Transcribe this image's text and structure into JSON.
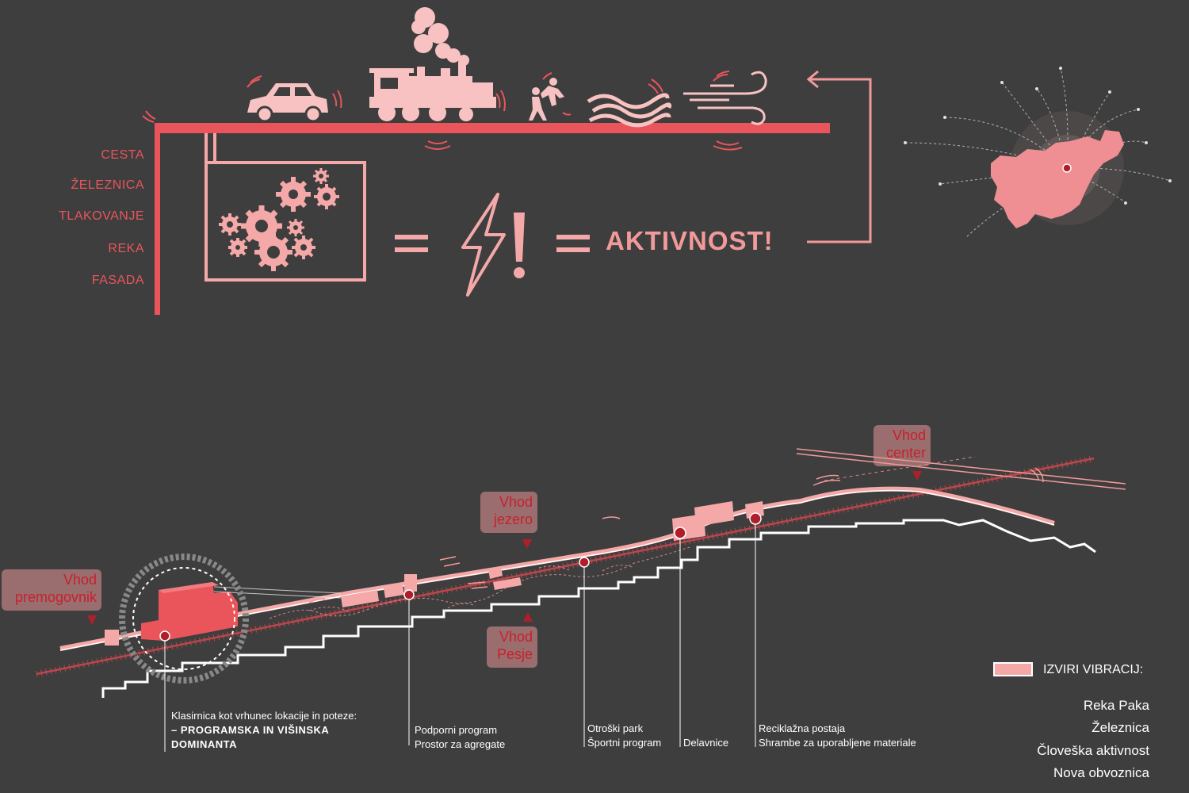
{
  "top_labels": [
    "CESTA",
    "ŽELEZNICA",
    "TLAKOVANJE",
    "REKA",
    "FASADA"
  ],
  "equation": {
    "result": "AKTIVNOST!"
  },
  "entrances": {
    "premogovnik": "Vhod premogovnik",
    "jezero": "Vhod jezero",
    "pesje": "Vhod Pesje",
    "center": "Vhod center"
  },
  "captions": {
    "klasirnica_line1": "Klasirnica kot vrhunec lokacije in poteze:",
    "klasirnica_line2": "– PROGRAMSKA IN VIŠINSKA",
    "klasirnica_line3": "DOMINANTA",
    "podporni_line1": "Podporni program",
    "podporni_line2": "Prostor za agregate",
    "otroski_line1": "Otroški park",
    "otroski_line2": "Športni program",
    "delavnice": "Delavnice",
    "reciklazna_line1": "Reciklažna postaja",
    "reciklazna_line2": "Shrambe za uporabljene materiale"
  },
  "legend": {
    "title": "IZVIRI VIBRACIJ:",
    "items": [
      "Reka Paka",
      "Železnica",
      "Človeška aktivnost",
      "Nova obvoznica"
    ]
  },
  "colors": {
    "background": "#3e3e3e",
    "accent": "#e9555b",
    "pink": "#f5a8a8",
    "light_pink": "#f8c2c2",
    "dark_red": "#b01e2a",
    "white": "#ffffff"
  },
  "icons": [
    "car-icon",
    "steam-train-icon",
    "people-icon",
    "water-waves-icon",
    "wind-icon",
    "gears-icon",
    "lightning-icon",
    "slovenia-map-icon"
  ]
}
